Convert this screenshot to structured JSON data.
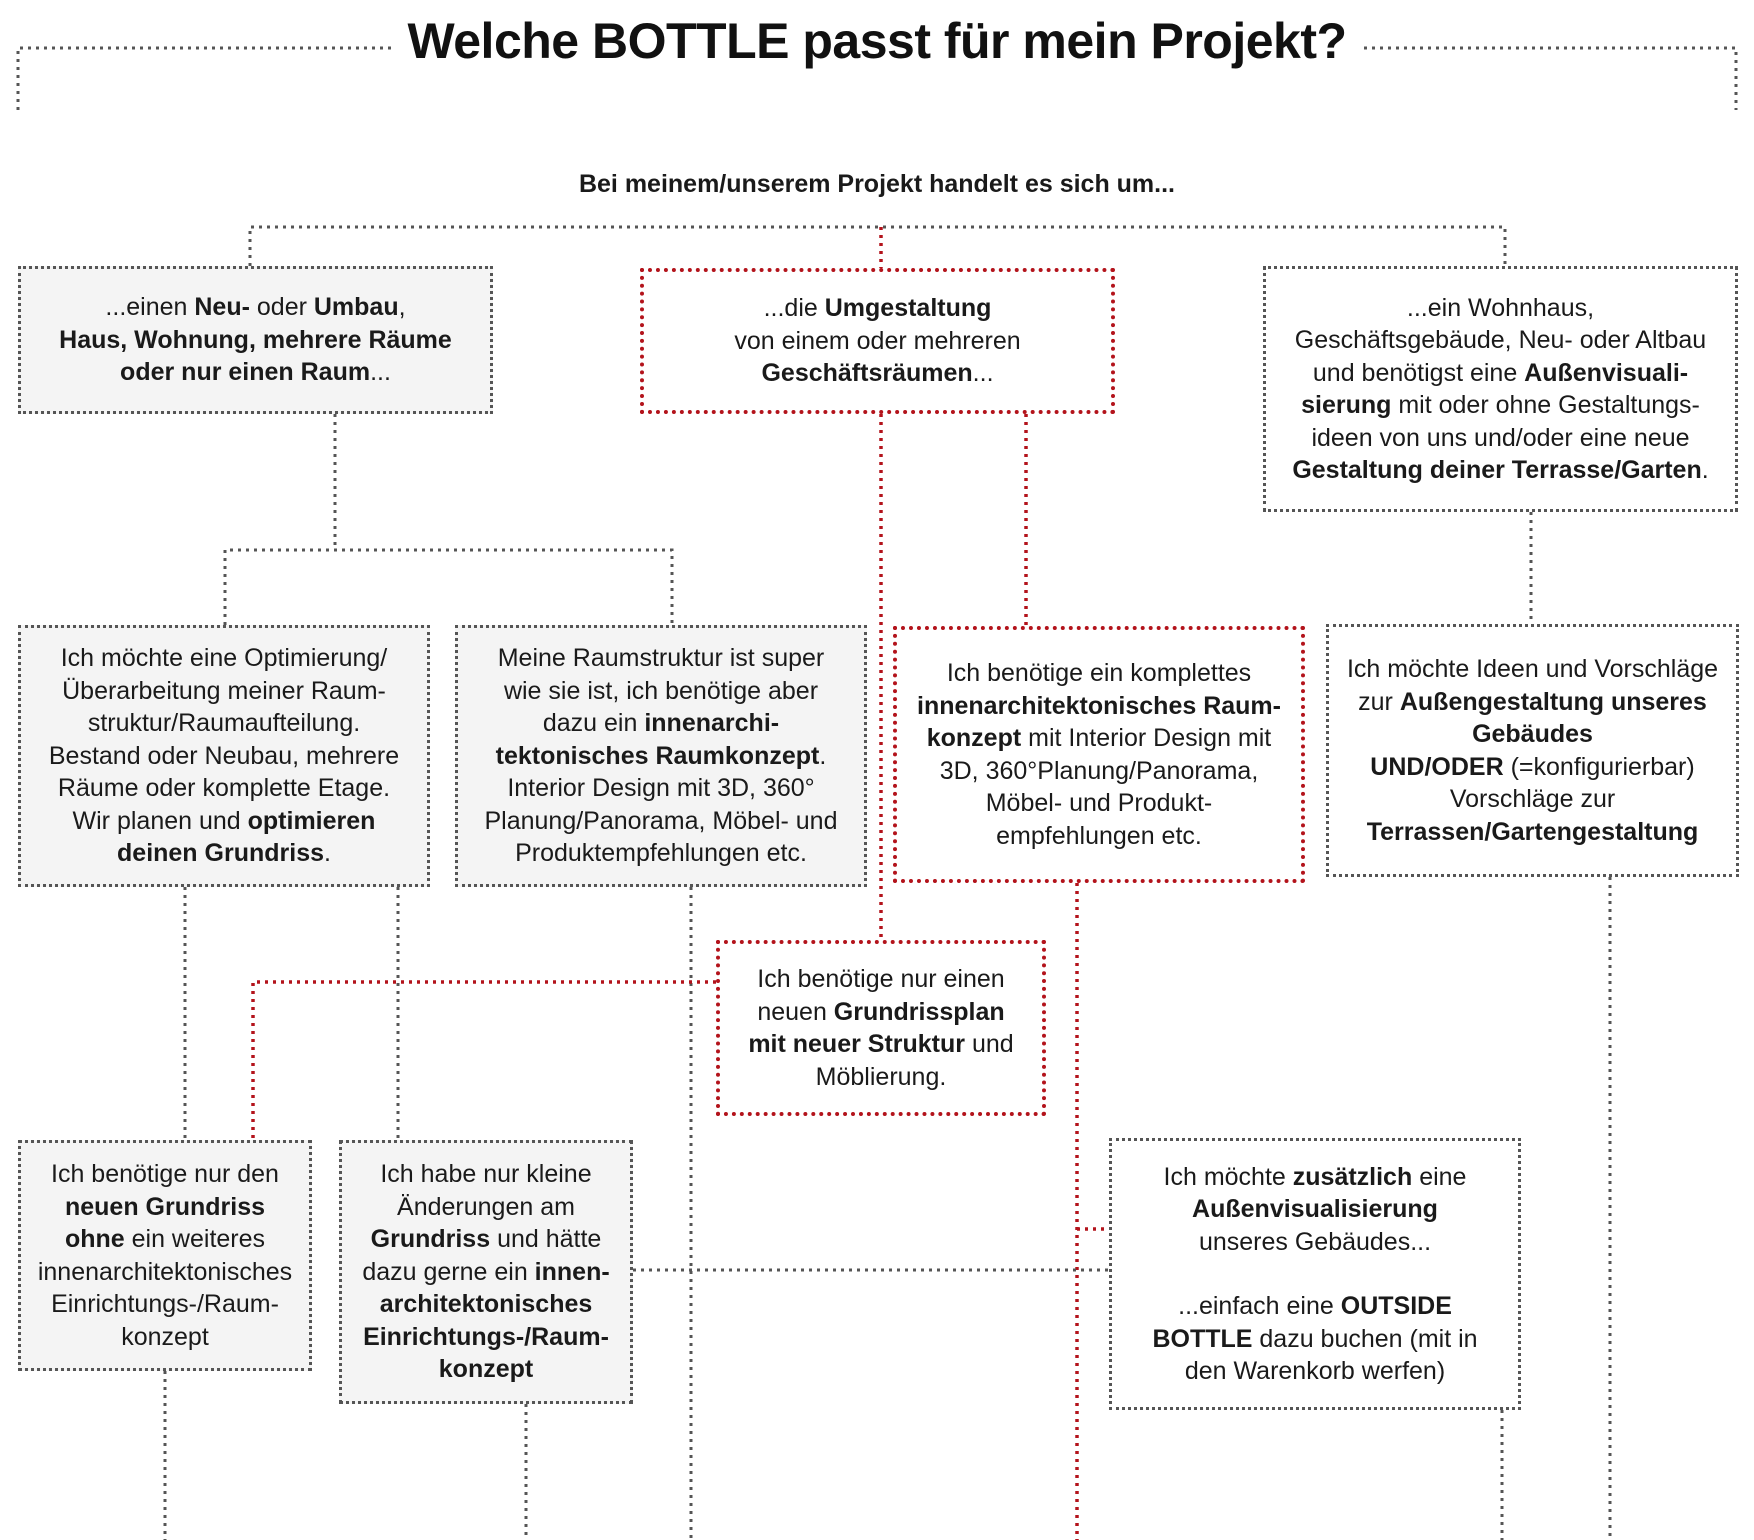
{
  "title": "Welche BOTTLE passt für mein Projekt?",
  "subtitle": "Bei meinem/unserem Projekt handelt es sich um...",
  "colors": {
    "red_line": "#b3131b",
    "grey_line": "#555555",
    "grey_box": "#f4f4f4"
  },
  "boxes": {
    "neu_umbau": [
      [
        {
          "t": "...einen "
        },
        {
          "b": "Neu-"
        },
        {
          "t": " oder "
        },
        {
          "b": "Umbau"
        },
        {
          "t": ","
        }
      ],
      [
        {
          "b": "Haus, Wohnung, mehrere Räume"
        }
      ],
      [
        {
          "b": "oder nur einen Raum"
        },
        {
          "t": "..."
        }
      ]
    ],
    "umgestaltung": [
      [
        {
          "t": "...die "
        },
        {
          "b": "Umgestaltung"
        }
      ],
      [
        {
          "t": "von einem oder mehreren"
        }
      ],
      [
        {
          "b": "Geschäftsräumen"
        },
        {
          "t": "..."
        }
      ]
    ],
    "aussen": [
      [
        {
          "t": "...ein Wohnhaus,"
        }
      ],
      [
        {
          "t": "Geschäftsgebäude, Neu- oder Altbau"
        }
      ],
      [
        {
          "t": "und benötigst eine "
        },
        {
          "b": "Außenvisuali-"
        }
      ],
      [
        {
          "b": "sierung"
        },
        {
          "t": " mit oder ohne Gestaltungs-"
        }
      ],
      [
        {
          "t": "ideen von uns und/oder eine neue"
        }
      ],
      [
        {
          "b": "Gestaltung deiner Terrasse/Garten"
        },
        {
          "t": "."
        }
      ]
    ],
    "optimierung": [
      [
        {
          "t": "Ich möchte eine Optimierung/"
        }
      ],
      [
        {
          "t": "Überarbeitung meiner Raum-"
        }
      ],
      [
        {
          "t": "struktur/Raumaufteilung."
        }
      ],
      [
        {
          "t": "Bestand oder Neubau, mehrere"
        }
      ],
      [
        {
          "t": "Räume oder komplette Etage."
        }
      ],
      [
        {
          "t": "Wir planen und "
        },
        {
          "b": "optimieren"
        }
      ],
      [
        {
          "b": "deinen Grundriss"
        },
        {
          "t": "."
        }
      ]
    ],
    "raumstruktur": [
      [
        {
          "t": "Meine Raumstruktur ist super"
        }
      ],
      [
        {
          "t": "wie sie ist, ich benötige aber"
        }
      ],
      [
        {
          "t": "dazu ein "
        },
        {
          "b": "innenarchi-"
        }
      ],
      [
        {
          "b": "tektonisches Raumkonzept"
        },
        {
          "t": "."
        }
      ],
      [
        {
          "t": "Interior Design mit 3D, 360°"
        }
      ],
      [
        {
          "t": "Planung/Panorama, Möbel- und"
        }
      ],
      [
        {
          "t": "Produktempfehlungen etc."
        }
      ]
    ],
    "komplett": [
      [
        {
          "t": "Ich benötige ein komplettes"
        }
      ],
      [
        {
          "b": "innenarchitektonisches Raum-"
        }
      ],
      [
        {
          "b": "konzept"
        },
        {
          "t": " mit Interior Design mit"
        }
      ],
      [
        {
          "t": "3D, 360°Planung/Panorama,"
        }
      ],
      [
        {
          "t": "Möbel- und Produkt-"
        }
      ],
      [
        {
          "t": "empfehlungen etc."
        }
      ]
    ],
    "ideen": [
      [
        {
          "t": "Ich möchte Ideen und Vorschläge"
        }
      ],
      [
        {
          "t": "zur "
        },
        {
          "b": "Außengestaltung unseres"
        }
      ],
      [
        {
          "b": "Gebäudes"
        }
      ],
      [
        {
          "b": "UND/ODER"
        },
        {
          "t": " (=konfigurierbar)"
        }
      ],
      [
        {
          "t": "Vorschläge zur"
        }
      ],
      [
        {
          "b": "Terrassen/Gartengestaltung"
        }
      ]
    ],
    "grundrissplan": [
      [
        {
          "t": "Ich benötige nur einen"
        }
      ],
      [
        {
          "t": "neuen "
        },
        {
          "b": "Grundrissplan"
        }
      ],
      [
        {
          "b": "mit neuer Struktur"
        },
        {
          "t": " und"
        }
      ],
      [
        {
          "t": "Möblierung."
        }
      ]
    ],
    "nur_grundriss": [
      [
        {
          "t": "Ich benötige nur den"
        }
      ],
      [
        {
          "b": "neuen Grundriss"
        }
      ],
      [
        {
          "b": "ohne"
        },
        {
          "t": " ein weiteres"
        }
      ],
      [
        {
          "t": "innenarchitektonisches"
        }
      ],
      [
        {
          "t": "Einrichtungs-/Raum-"
        }
      ],
      [
        {
          "t": "konzept"
        }
      ]
    ],
    "kleine_aenderungen": [
      [
        {
          "t": "Ich habe nur kleine"
        }
      ],
      [
        {
          "t": "Änderungen am"
        }
      ],
      [
        {
          "b": "Grundriss"
        },
        {
          "t": " und hätte"
        }
      ],
      [
        {
          "t": "dazu gerne ein "
        },
        {
          "b": "innen-"
        }
      ],
      [
        {
          "b": "architektonisches"
        }
      ],
      [
        {
          "b": "Einrichtungs-/Raum-"
        }
      ],
      [
        {
          "b": "konzept"
        }
      ]
    ],
    "zusaetzlich": [
      [
        {
          "t": "Ich möchte "
        },
        {
          "b": "zusätzlich"
        },
        {
          "t": " eine"
        }
      ],
      [
        {
          "b": "Außenvisualisierung"
        }
      ],
      [
        {
          "t": "unseres Gebäudes..."
        }
      ],
      [],
      [
        {
          "t": "...einfach eine "
        },
        {
          "b": "OUTSIDE"
        }
      ],
      [
        {
          "b": "BOTTLE"
        },
        {
          "t": " dazu buchen (mit in"
        }
      ],
      [
        {
          "t": "den Warenkorb werfen)"
        }
      ]
    ]
  }
}
